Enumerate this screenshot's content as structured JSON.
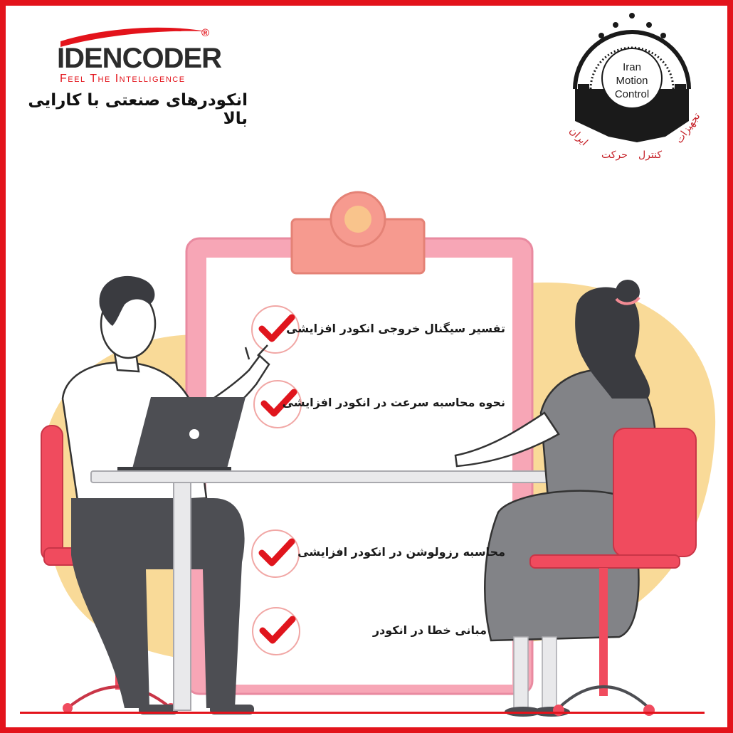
{
  "brand": {
    "wordmark": "IDENCODER",
    "registered_mark": "®",
    "tagline": "Feel The Intelligence",
    "subtitle": "انکودرهای صنعتی با کارایی بالا"
  },
  "seal": {
    "line1": "Iran",
    "line2": "Motion",
    "line3": "Control",
    "fa_word1": "تجهیزات",
    "fa_word2": "کنترل",
    "fa_word3": "حرکت",
    "fa_word4": "ایران"
  },
  "checklist": [
    "تفسیر سیگنال خروجی انکودر افزایشی",
    "نحوه محاسبه سرعت در انکودر افزایشی",
    "محاسبه رزولوشن در انکودر افزایشی",
    "مبانی خطا در انکودر"
  ],
  "colors": {
    "frame_red": "#e3131b",
    "board_pink": "#f7a6b6",
    "clip_salmon": "#f69a8f",
    "check_red": "#e0151d",
    "chair_red": "#f04b5e",
    "blob_yellow": "#f9da98",
    "person_gray": "#4d4e53"
  },
  "icons": [
    "check-icon",
    "laptop-icon",
    "clipboard-icon",
    "gear-seal-icon"
  ]
}
